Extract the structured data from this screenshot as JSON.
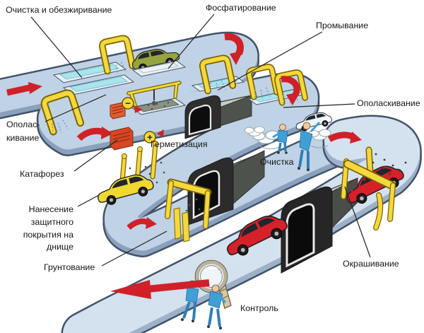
{
  "diagram": {
    "description": "Serpentine automobile body painting process line",
    "labels": {
      "cleaning_degreasing": "Очистка и обезжиривание",
      "phosphating": "Фосфатирование",
      "washing": "Промывание",
      "rinsing_left_1": "Ополас-",
      "rinsing_left_2": "кивание",
      "rinsing_right": "Ополаскивание",
      "cataphoresis": "Катафорез",
      "sealing": "Герметизация",
      "cleaning": "Очистка",
      "underbody_1": "Нанесение",
      "underbody_2": "защитного",
      "underbody_3": "покрытия на",
      "underbody_4": "днище",
      "priming": "Грунтование",
      "painting": "Окрашивание",
      "inspection": "Контроль"
    },
    "symbols": {
      "minus_terminal": "−",
      "plus_terminal": "+"
    },
    "colors": {
      "conveyor_top": "#bfd2e6",
      "conveyor_edge": "#8aa1bd",
      "conveyor_outline": "#42536a",
      "conveyor_front_top": "#d4e1ee",
      "arrow_red": "#cf2127",
      "bath_cyan": "#a8e4ee",
      "bath_rim": "#e8eef4",
      "bath_dark": "#8b9184",
      "robot_yellow": "#f4d83c",
      "robot_yellow_outline": "#7a6200",
      "car_green": "#97a33f",
      "car_yellow": "#f0d82f",
      "car_red": "#d6202a",
      "tunnel_face": "#2c2c2c",
      "tunnel_top": "#c9cdc7",
      "worker_blue": "#3f9fd8"
    }
  }
}
